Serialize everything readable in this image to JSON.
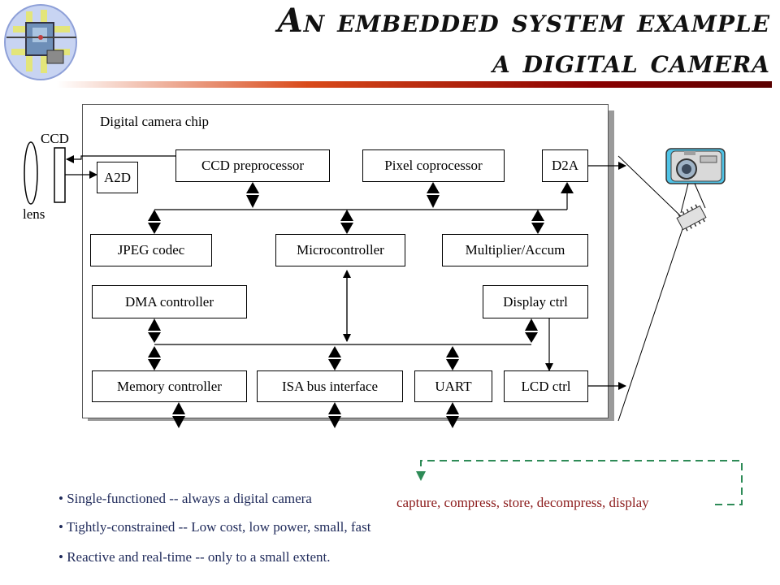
{
  "title": {
    "line1": "An embedded system example",
    "line2": "a digital camera"
  },
  "diagram": {
    "chip_label": "Digital camera chip",
    "ccd_label": "CCD",
    "lens_label": "lens",
    "blocks": {
      "a2d": "A2D",
      "ccd_preprocessor": "CCD preprocessor",
      "pixel_coprocessor": "Pixel coprocessor",
      "d2a": "D2A",
      "jpeg_codec": "JPEG codec",
      "microcontroller": "Microcontroller",
      "multiplier_accum": "Multiplier/Accum",
      "dma_controller": "DMA controller",
      "display_ctrl": "Display ctrl",
      "memory_controller": "Memory controller",
      "isa_bus_interface": "ISA bus interface",
      "uart": "UART",
      "lcd_ctrl": "LCD ctrl"
    },
    "flow_text": "capture, compress, store, decompress, display"
  },
  "bullets": [
    "Single-functioned -- always a digital camera",
    "Tightly-constrained -- Low cost, low power, small, fast",
    "Reactive and real-time -- only to a small extent."
  ],
  "colors": {
    "title_bar_dark": "#8b0000",
    "flow_arrow": "#2e8b57",
    "flow_text": "#8b1a1a",
    "bullet_text": "#1f2a5a"
  }
}
